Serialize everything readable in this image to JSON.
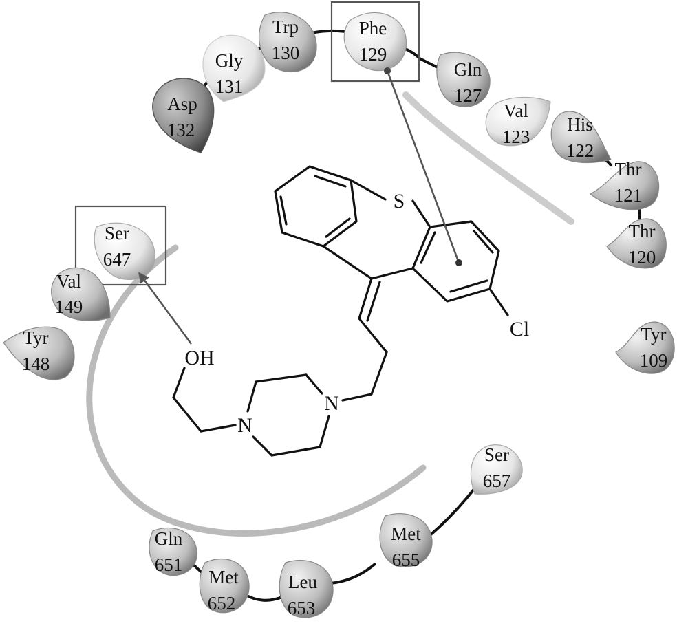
{
  "ligand": {
    "atoms": {
      "sulfur": "S",
      "chlorine": "Cl",
      "hydroxyl": "OH",
      "nitrogen_left": "N",
      "nitrogen_right": "N"
    }
  },
  "residues": [
    {
      "id": "asp132",
      "name": "Asp",
      "number": "132"
    },
    {
      "id": "gly131",
      "name": "Gly",
      "number": "131"
    },
    {
      "id": "trp130",
      "name": "Trp",
      "number": "130"
    },
    {
      "id": "phe129",
      "name": "Phe",
      "number": "129",
      "boxed": true
    },
    {
      "id": "gln127",
      "name": "Gln",
      "number": "127"
    },
    {
      "id": "val123",
      "name": "Val",
      "number": "123"
    },
    {
      "id": "his122",
      "name": "His",
      "number": "122"
    },
    {
      "id": "thr121",
      "name": "Thr",
      "number": "121"
    },
    {
      "id": "thr120",
      "name": "Thr",
      "number": "120"
    },
    {
      "id": "tyr109",
      "name": "Tyr",
      "number": "109"
    },
    {
      "id": "ser647",
      "name": "Ser",
      "number": "647",
      "boxed": true
    },
    {
      "id": "val149",
      "name": "Val",
      "number": "149"
    },
    {
      "id": "tyr148",
      "name": "Tyr",
      "number": "148"
    },
    {
      "id": "ser657",
      "name": "Ser",
      "number": "657"
    },
    {
      "id": "met655",
      "name": "Met",
      "number": "655"
    },
    {
      "id": "gln651",
      "name": "Gln",
      "number": "651"
    },
    {
      "id": "met652",
      "name": "Met",
      "number": "652"
    },
    {
      "id": "leu653",
      "name": "Leu",
      "number": "653"
    }
  ],
  "colors": {
    "residue_light": "#f4f4f4",
    "residue_mid": "#c8c8c8",
    "residue_dark": "#7a7a7a",
    "bond": "#111111",
    "interaction": "#555555"
  }
}
